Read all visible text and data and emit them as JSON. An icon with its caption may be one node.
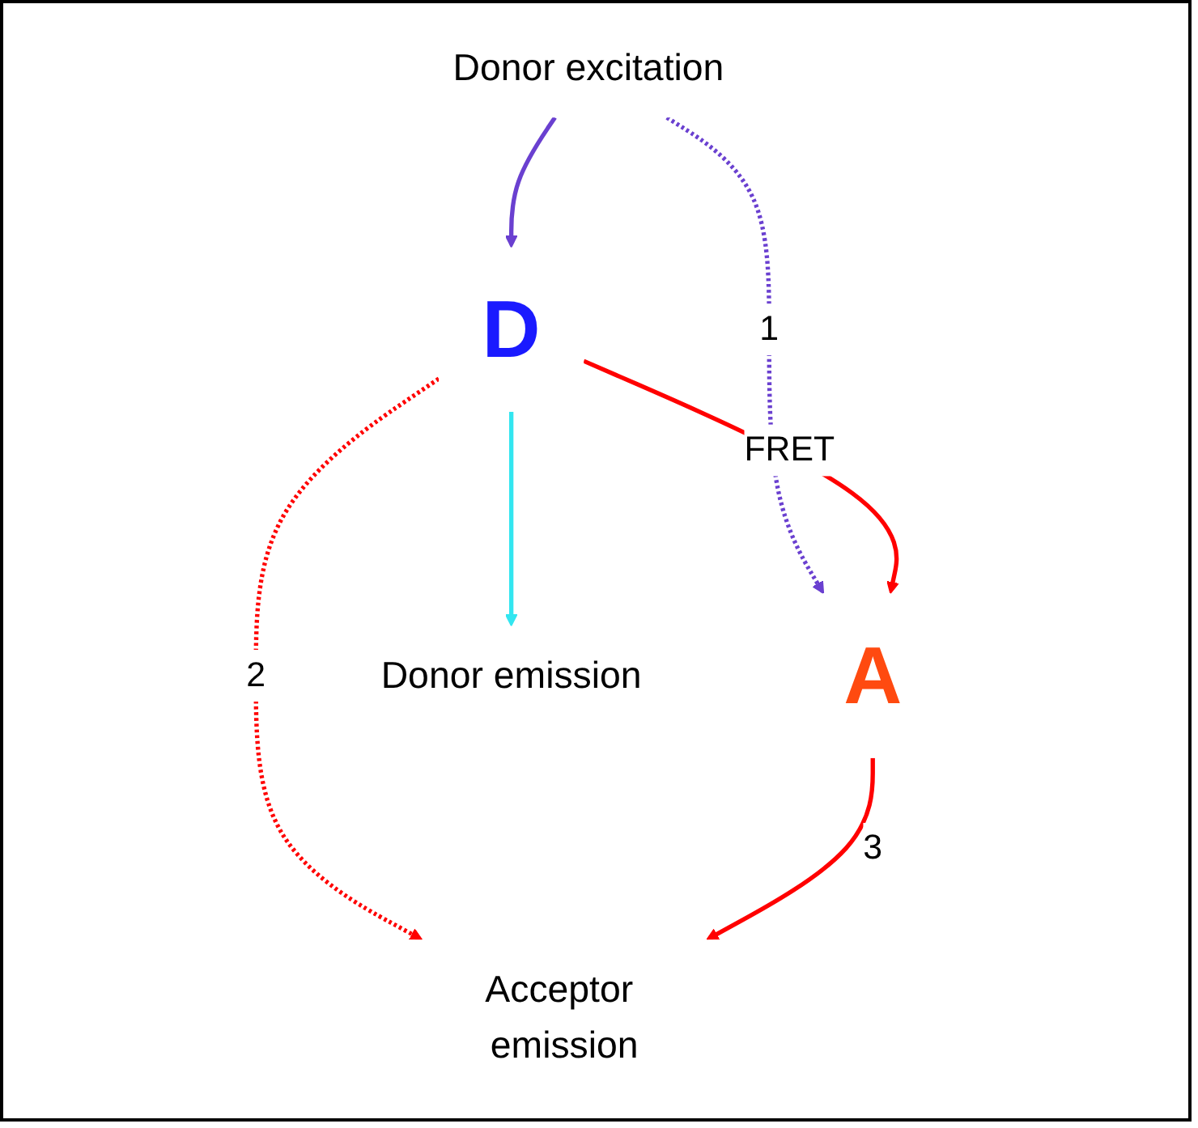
{
  "diagram": {
    "nodes": [
      {
        "text": [
          "Donor excitation"
        ]
      },
      {
        "text": [
          "D"
        ]
      },
      {
        "text": [
          "A"
        ]
      },
      {
        "text": [
          "Donor emission"
        ]
      },
      {
        "text": [
          "Acceptor emission"
        ]
      }
    ],
    "edges": [
      {
        "from": 0,
        "to": 1,
        "arrow": "to",
        "color": "#6a40d0"
      },
      {
        "from": 0,
        "to": 2,
        "arrow": "to",
        "label": "1",
        "style": "dashed",
        "color": "#6a40d0"
      },
      {
        "from": 1,
        "to": 2,
        "arrow": "to",
        "label": "FRET"
      },
      {
        "from": 1,
        "to": 3,
        "arrow": "to",
        "color": "#33e6f0"
      },
      {
        "from": 1,
        "to": 4,
        "arrow": "to",
        "label": "2",
        "style": "dashed"
      },
      {
        "from": 2,
        "to": 4,
        "arrow": "to",
        "label": "3"
      }
    ]
  }
}
